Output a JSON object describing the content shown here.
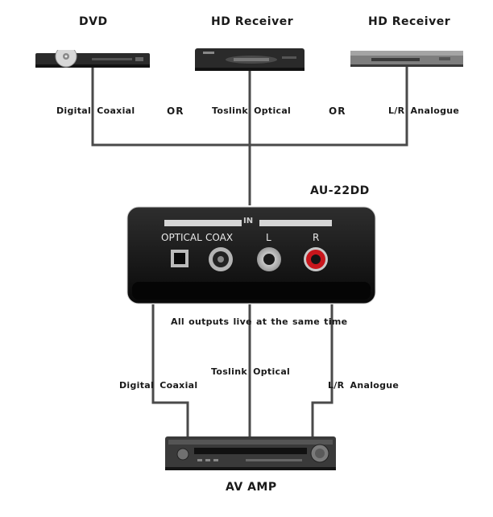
{
  "devices": {
    "dvd": "DVD",
    "hd_receiver_1": "HD Receiver",
    "hd_receiver_2": "HD Receiver",
    "converter": "AU-22DD",
    "av_amp": "AV AMP"
  },
  "inputs": {
    "digital_coaxial": "Digital  Coaxial",
    "or_1": "OR",
    "toslink_optical": "Toslink  Optical",
    "or_2": "OR",
    "lr_analogue": "L/R  Analogue"
  },
  "converter_panel": {
    "in_label": "IN",
    "optical": "OPTICAL",
    "coax": "COAX",
    "l": "L",
    "r": "R"
  },
  "outputs": {
    "note": "All outputs live   at the same time",
    "digital_coaxial": "Digital  Coaxial",
    "toslink_optical": "Toslink  Optical",
    "lr_analogue": "L/R  Analogue"
  }
}
